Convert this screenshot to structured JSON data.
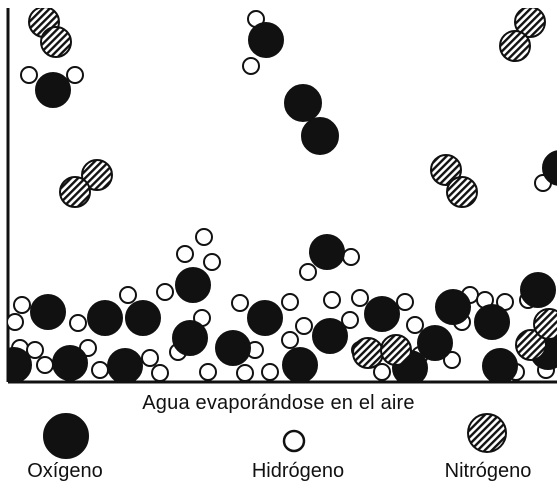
{
  "caption": "Agua evaporándose en el aire",
  "legend": [
    {
      "label": "Oxígeno",
      "kind": "oxygen",
      "color": "#111111"
    },
    {
      "label": "Hidrógeno",
      "kind": "hydrogen",
      "color": "#ffffff"
    },
    {
      "label": "Nitrógeno",
      "kind": "nitrogen",
      "color": "hatched"
    }
  ]
}
